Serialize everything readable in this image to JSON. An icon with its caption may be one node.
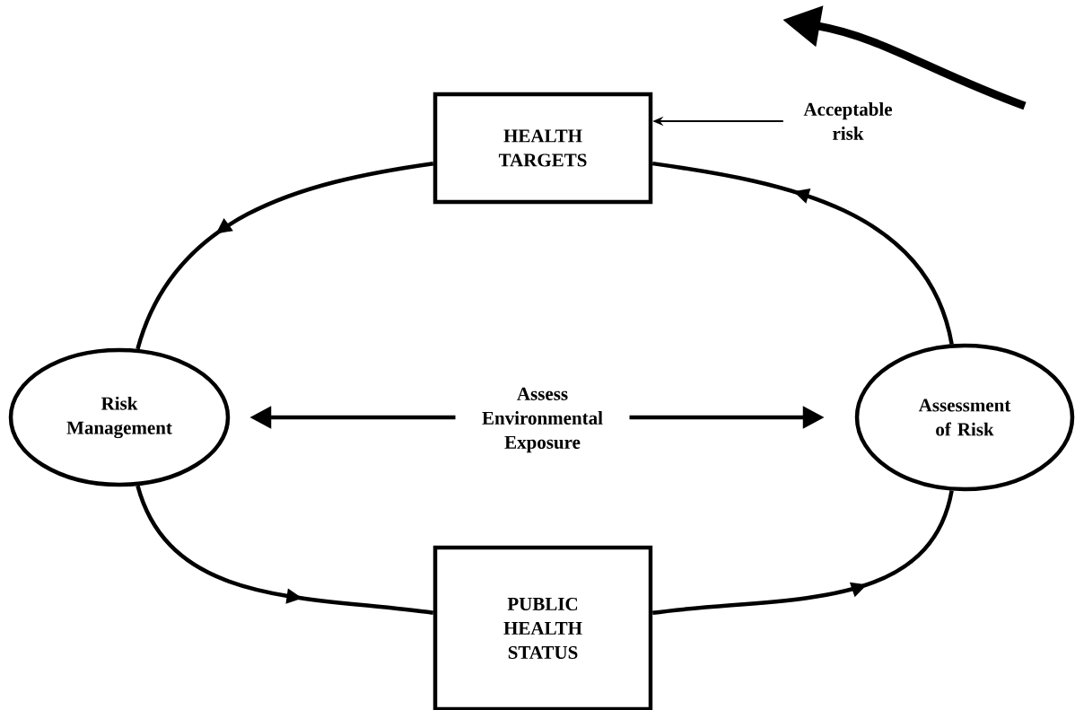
{
  "diagram": {
    "nodes": [
      {
        "text": [
          "HEALTH TARGETS"
        ]
      },
      {
        "text": [
          "Acceptable risk"
        ]
      },
      {
        "text": [
          "Risk Management"
        ]
      },
      {
        "text": [
          "Assessment of Risk"
        ]
      },
      {
        "text": [
          "PUBLIC HEALTH STATUS"
        ]
      }
    ],
    "edges": [
      {
        "from": 1,
        "to": 0,
        "arrow": "to"
      },
      {
        "from": 3,
        "to": 0,
        "arrow": "to"
      },
      {
        "from": 0,
        "to": 2,
        "arrow": "to"
      },
      {
        "from": 2,
        "to": 4,
        "arrow": "to"
      },
      {
        "from": 4,
        "to": 3,
        "arrow": "to"
      },
      {
        "from": 2,
        "to": 3,
        "arrow": "both",
        "label": "Assess Environmental Exposure"
      }
    ]
  }
}
